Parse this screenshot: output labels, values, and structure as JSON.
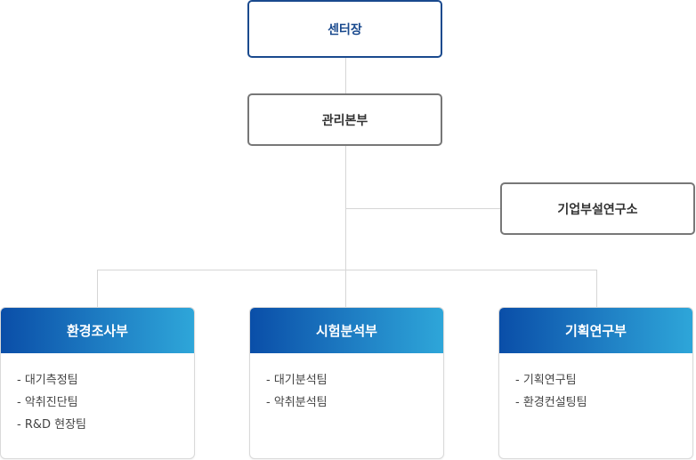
{
  "org": {
    "center_head": "센터장",
    "management": "관리본부",
    "research_institute": "기업부설연구소",
    "divisions": [
      {
        "name": "환경조사부",
        "teams": [
          "- 대기측정팀",
          "- 악취진단팀",
          "- R&D 현장팀"
        ]
      },
      {
        "name": "시험분석부",
        "teams": [
          "- 대기분석팀",
          "- 악취분석팀"
        ]
      },
      {
        "name": "기획연구부",
        "teams": [
          "- 기획연구팀",
          "- 환경컨설팅팀"
        ]
      }
    ]
  }
}
